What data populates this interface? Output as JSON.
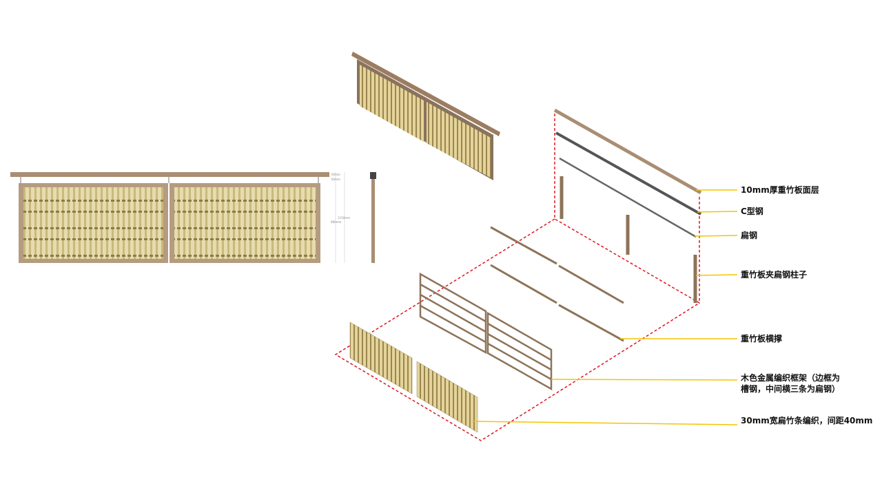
{
  "elevation": {
    "dimensions": [
      "60mm",
      "60mm",
      "1150mm",
      "980mm"
    ]
  },
  "colors": {
    "wood": "#a98e74",
    "bamboo": "#e2d6a6",
    "steel": "#5a5a60",
    "dashed_outline": "#e0141e",
    "leader": "#f5c400"
  },
  "labels": [
    {
      "text": "10mm厚重竹板面层"
    },
    {
      "text": "C型钢"
    },
    {
      "text": "扁钢"
    },
    {
      "text": "重竹板夹扁钢柱子"
    },
    {
      "text": "重竹板横撑"
    },
    {
      "text": "木色金属编织框架（边框为",
      "text2": "槽钢，中间横三条为扁钢）"
    },
    {
      "text": "30mm宽扁竹条编织，间距40mm"
    }
  ]
}
